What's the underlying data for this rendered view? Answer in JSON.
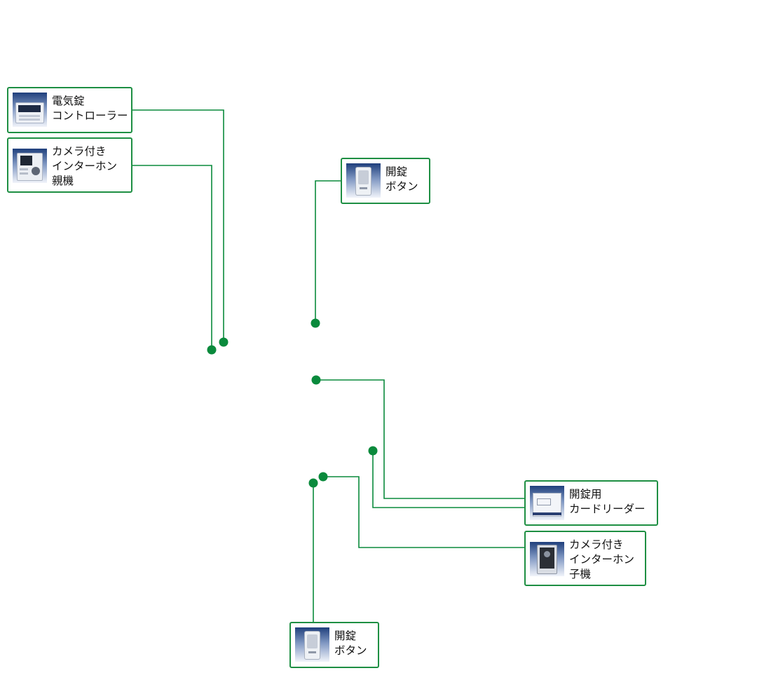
{
  "devices": {
    "lock_controller": {
      "lines": [
        "電気錠",
        "コントローラー"
      ],
      "icon": "lock-controller-icon"
    },
    "intercom_master": {
      "lines": [
        "カメラ付き",
        "インターホン",
        "親機"
      ],
      "icon": "intercom-master-icon"
    },
    "unlock_button_top": {
      "lines": [
        "開錠",
        "ボタン"
      ],
      "icon": "unlock-button-icon"
    },
    "card_reader": {
      "lines": [
        "開錠用",
        "カードリーダー"
      ],
      "icon": "card-reader-icon"
    },
    "intercom_sub": {
      "lines": [
        "カメラ付き",
        "インターホン",
        "子機"
      ],
      "icon": "intercom-sub-icon"
    },
    "unlock_button_bottom": {
      "lines": [
        "開錠",
        "ボタン"
      ],
      "icon": "unlock-button-icon"
    }
  },
  "colors": {
    "wire": "#0a8a3c",
    "card_border": "#1e8f43"
  }
}
